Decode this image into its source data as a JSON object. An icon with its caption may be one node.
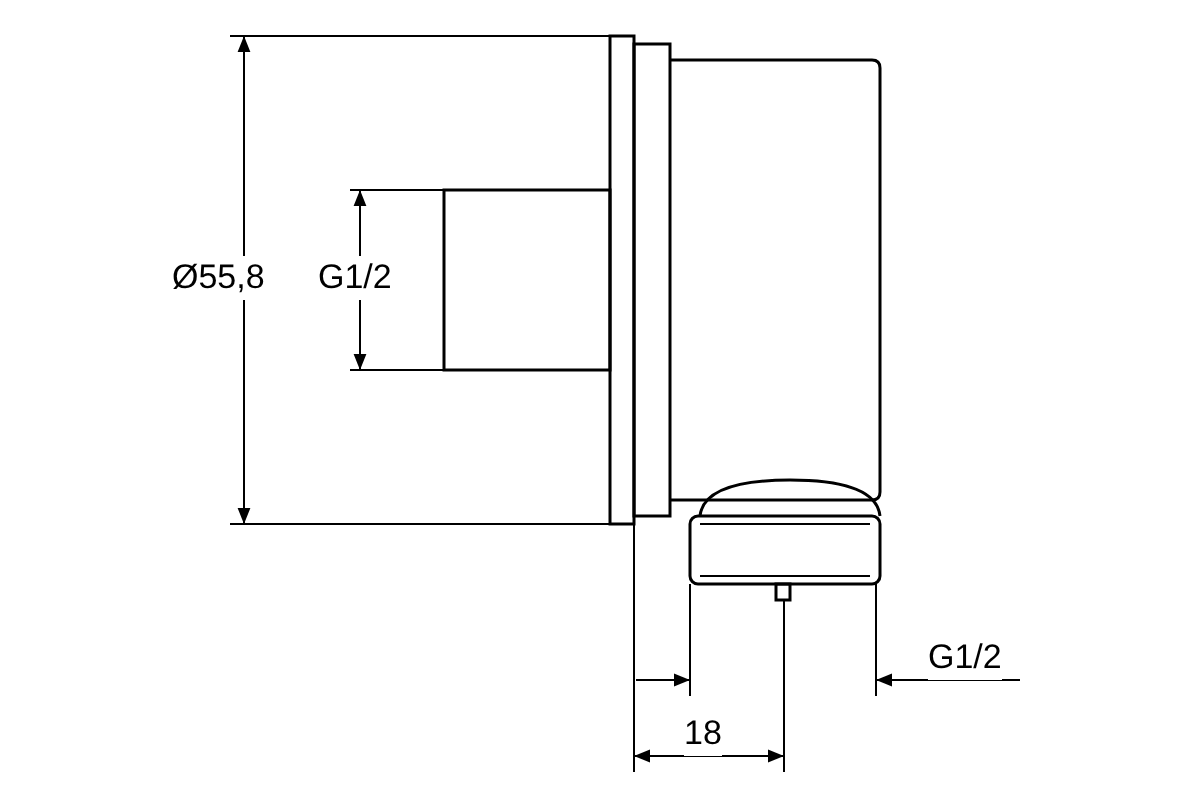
{
  "diagram": {
    "labels": [
      "Ø55,8",
      "G1/2",
      "G1/2",
      "18"
    ]
  }
}
